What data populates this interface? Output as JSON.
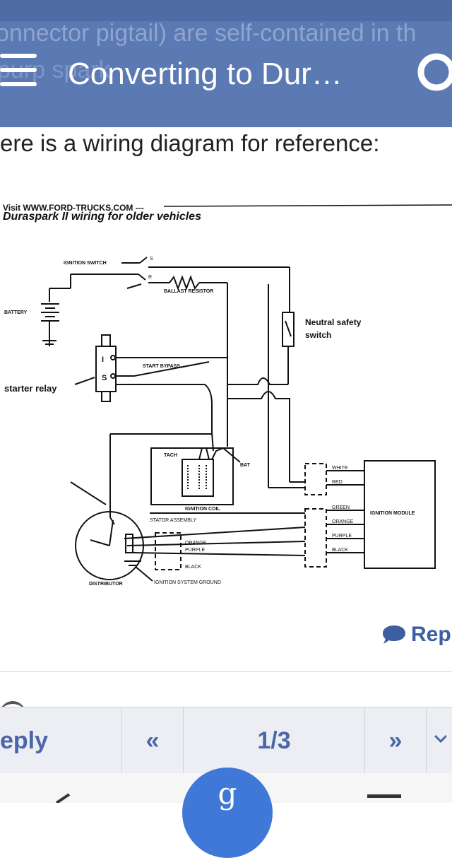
{
  "header": {
    "ghost_text_line1": "onnector pigtail) are self-contained in th",
    "ghost_text_line2": "purp spark",
    "title": "Converting to Dur…"
  },
  "post": {
    "intro_text": "ere is a wiring diagram for reference:",
    "diagram": {
      "watermark": "Visit WWW.FORD-TRUCKS.COM ---",
      "caption": "Duraspark II wiring for older vehicles",
      "labels": {
        "ignition_switch": "IGNITION SWITCH",
        "s": "S",
        "r": "R",
        "ballast_resistor": "BALLAST RESISTOR",
        "battery": "BATTERY",
        "neutral_safety_1": "Neutral safety",
        "neutral_safety_2": "switch",
        "i": "I",
        "s_relay": "S",
        "start_bypass": "START BYPASS",
        "starter_relay": "starter relay",
        "tach": "TACH",
        "bat": "BAT",
        "ignition_coil": "IGNITION COIL",
        "stator_assembly": "STATOR ASSEMBLY",
        "white": "WHITE",
        "red": "RED",
        "green": "GREEN",
        "orange": "ORANGE",
        "purple": "PURPLE",
        "black": "BLACK",
        "orange2": "ORANGE",
        "purple2": "PURPLE",
        "black2": "BLACK",
        "ignition_module": "IGNITION MODULE",
        "distributor": "DISTRIBUTOR",
        "ignition_ground": "IGNITION SYSTEM GROUND"
      }
    },
    "reply_label": "Rep"
  },
  "pager": {
    "reply_label": "eply",
    "prev_icon": "«",
    "page_indicator": "1/3",
    "next_icon": "»"
  },
  "fab": {
    "glyph": "g"
  },
  "colors": {
    "header": "#5b79b2",
    "accent": "#4a67a8",
    "fab": "#3f78d6"
  }
}
